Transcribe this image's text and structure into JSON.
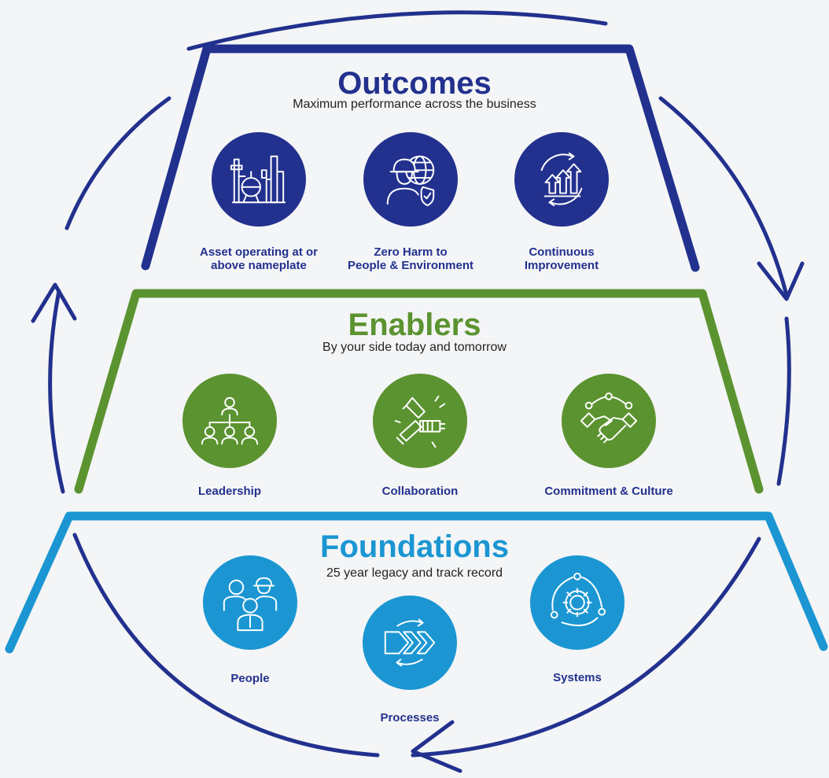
{
  "colors": {
    "outcomes": "#22318e",
    "enablers": "#5b9330",
    "foundations": "#1b96d2",
    "cycle": "#22318e"
  },
  "outcomes": {
    "title": "Outcomes",
    "subtitle": "Maximum performance across the business",
    "items": [
      {
        "label": "Asset operating at or\nabove nameplate",
        "icon": "industrial-plant-icon"
      },
      {
        "label": "Zero Harm to\nPeople & Environment",
        "icon": "worker-safety-globe-icon"
      },
      {
        "label": "Continuous\nImprovement",
        "icon": "improvement-arrows-cycle-icon"
      }
    ]
  },
  "enablers": {
    "title": "Enablers",
    "subtitle": "By your side today and tomorrow",
    "items": [
      {
        "label": "Leadership",
        "icon": "org-chart-icon"
      },
      {
        "label": "Collaboration",
        "icon": "joined-hands-icon"
      },
      {
        "label": "Commitment & Culture",
        "icon": "handshake-icon"
      }
    ]
  },
  "foundations": {
    "title": "Foundations",
    "subtitle": "25 year legacy and track record",
    "items": [
      {
        "label": "People",
        "icon": "people-group-icon"
      },
      {
        "label": "Processes",
        "icon": "process-chevrons-icon"
      },
      {
        "label": "Systems",
        "icon": "gear-cycle-icon"
      }
    ]
  }
}
